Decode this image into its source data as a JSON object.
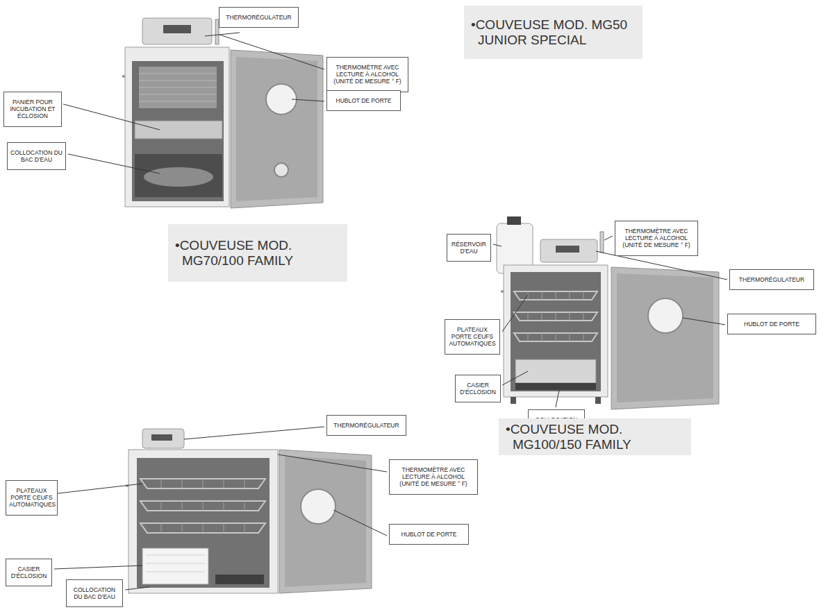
{
  "diagram": {
    "nodes": [
      {
        "text": [
          "THERMORÉGULATEUR"
        ]
      },
      {
        "text": [
          "THERMOMÈTRE AVEC LECTURE À ALCOHOL (UNITÉ DE MESURE ° F)"
        ]
      },
      {
        "text": [
          "•COUVEUSE MOD. MG50 JUNIOR SPECIAL"
        ]
      },
      {
        "text": [
          "PANIER POUR INCUBATION ET ÉCLOSION"
        ]
      },
      {
        "text": [
          "HUBLOT DE PORTE"
        ]
      },
      {
        "text": [
          "COLLOCATION DU BAC D'EAU"
        ]
      },
      {
        "text": [
          "•COUVEUSE MOD. MG70/100 FAMILY"
        ]
      },
      {
        "text": [
          "RÉSERVOIR D'EAU"
        ]
      },
      {
        "text": [
          "THERMOMÈTRE AVEC LECTURE À ALCOHOL (UNITÉ DE MESURE ° F)"
        ]
      },
      {
        "text": [
          "THERMORÉGULATEUR"
        ]
      },
      {
        "text": [
          "PLATEAUX PORTE CEUFS AUTOMATIQUES"
        ]
      },
      {
        "text": [
          "HUBLOT DE PORTE"
        ]
      },
      {
        "text": [
          "CASIER D'ÉCLOSION"
        ]
      },
      {
        "text": [
          "COLLOCATION DU BAC D'EAU"
        ]
      },
      {
        "text": [
          "THERMORÉGULATEUR"
        ]
      },
      {
        "text": [
          "•COUVEUSE MOD. MG100/150 FAMILY"
        ]
      },
      {
        "text": [
          "THERMOMÈTRE AVEC LECTURE À ALCOHOL (UNITÉ DE MESURE ° F)"
        ]
      },
      {
        "text": [
          "PLATEAUX PORTE CEUFS AUTOMATIQUES"
        ]
      },
      {
        "text": [
          "HUBLOT DE PORTE"
        ]
      },
      {
        "text": [
          "CASIER D'ÉCLOSION"
        ]
      },
      {
        "text": [
          "COLLOCATION DU BAC D'EAU"
        ]
      }
    ]
  }
}
